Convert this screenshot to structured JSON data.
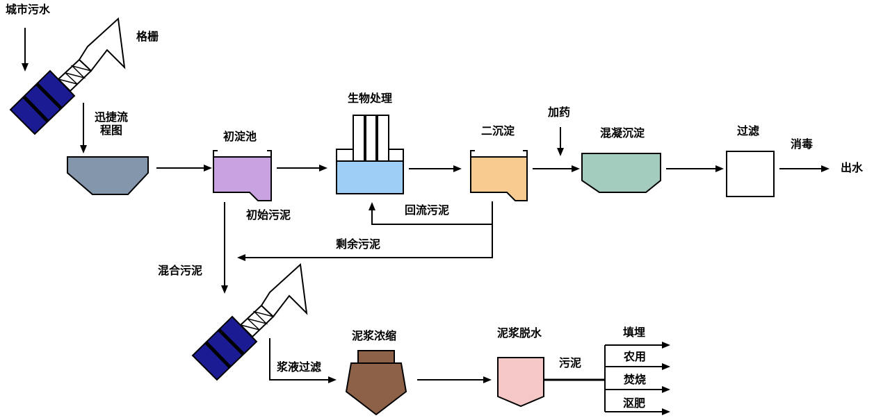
{
  "colors": {
    "screen_body": "#1B1B94",
    "grit_tank": "#8496AC",
    "primary_tank": "#C9A2E2",
    "bio_tank": "#9ECDF5",
    "secondary_tank": "#F8CC90",
    "coagulation_tank": "#A3CBBE",
    "filter_box": "#FFFFFF",
    "thickening_tank": "#8D6147",
    "dewatering_tank": "#F5C8C7",
    "line": "#000000"
  },
  "nodes": {
    "source": "城市污水",
    "screen": "格栅",
    "watermark": "迅捷流程图",
    "primary_settling": "初淀池",
    "biological": "生物处理",
    "secondary_settling": "二沉淀",
    "dosing": "加药",
    "coagulation": "混凝沉淀",
    "filtration": "过滤",
    "disinfection": "消毒",
    "effluent": "出水",
    "sludge_thickening": "泥浆浓缩",
    "sludge_dewatering": "泥浆脱水",
    "sludge": "污泥"
  },
  "flows": {
    "initial_sludge": "初始污泥",
    "return_sludge": "回流污泥",
    "excess_sludge": "剩余污泥",
    "mixed_sludge": "混合污泥",
    "slurry_filtration": "浆液过滤"
  },
  "disposal": [
    "填埋",
    "农用",
    "焚烧",
    "沤肥"
  ]
}
